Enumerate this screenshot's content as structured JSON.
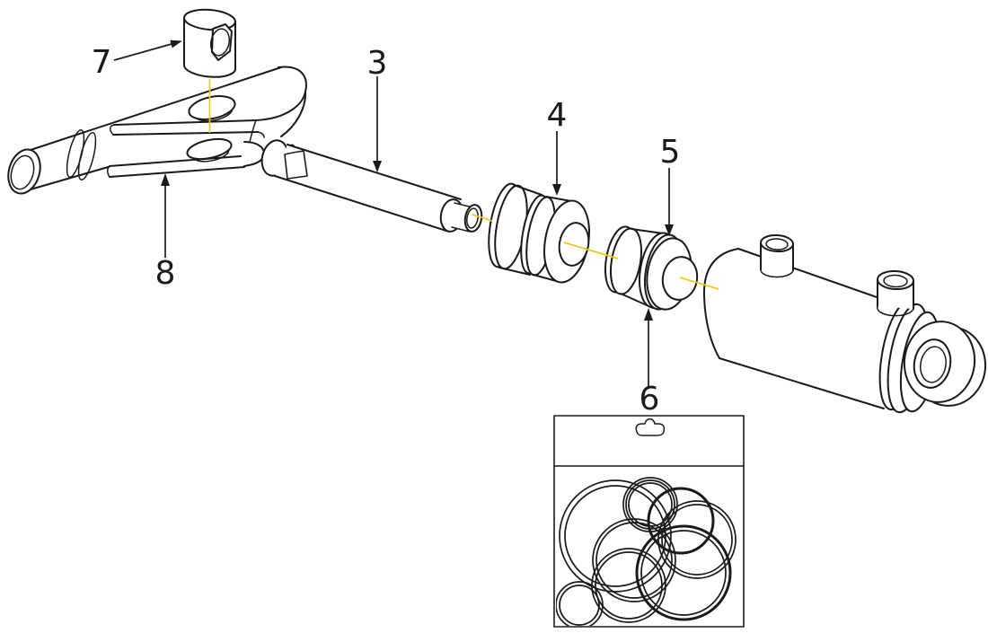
{
  "diagram": {
    "kind": "exploded-parts-diagram",
    "subject": "hydraulic-cylinder-assembly",
    "colors": {
      "line": "#1a1a1a",
      "centerline": "#f2c70d",
      "background": "#ffffff"
    },
    "callouts": [
      {
        "number": "3"
      },
      {
        "number": "4"
      },
      {
        "number": "5"
      },
      {
        "number": "6"
      },
      {
        "number": "7"
      },
      {
        "number": "8"
      }
    ]
  }
}
